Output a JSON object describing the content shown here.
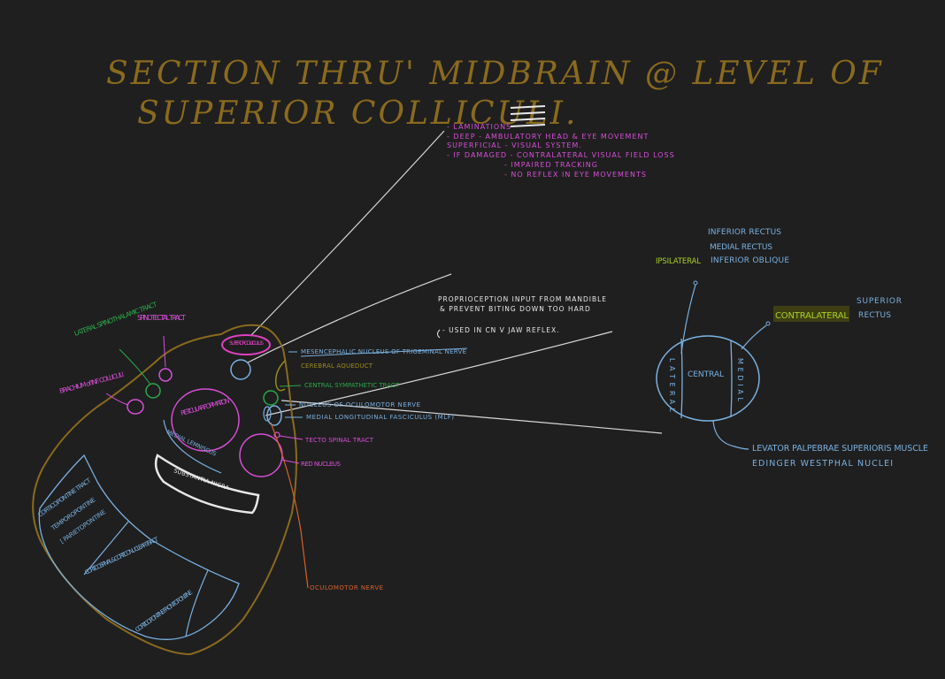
{
  "title": {
    "line1": "SECTION THRU' MIDBRAIN @ LEVEL OF",
    "line2": "SUPERIOR COLLICULI."
  },
  "colliculus_notes": {
    "lines": [
      "- LAMINATIONS",
      "- DEEP     - AMBULATORY HEAD & EYE MOVEMENT",
      "  SUPERFICIAL - VISUAL SYSTEM.",
      "- IF DAMAGED - CONTRALATERAL VISUAL FIELD LOSS",
      "- IMPAIRED TRACKING",
      "- NO REFLEX IN EYE MOVEMENTS"
    ]
  },
  "nucleus_notes": {
    "line1": "PROPRIOCEPTION INPUT FROM MANDIBLE",
    "line2": "& PREVENT BITING DOWN TOO HARD",
    "line3": "- USED IN CN V JAW REFLEX."
  },
  "labels": {
    "superior_colliculus": "SUPERIOR COLLICULUS",
    "spinotectal": "SPINOTECTAL TRACT",
    "lateral_spinothalamic": "LATERAL SPINOTHALAMIC TRACT",
    "brachium": "BRACHIUM of INF. COLLICULI",
    "reticular": "RETICULAR FORMATION",
    "medial_lemniscus": "MEDIAL LEMNISCUS",
    "substantia_nigra": "SUBSTANTIA NIGRA",
    "corticopontine": "CORTICOPONTINE TRACT",
    "temporopontine": "TEMPOROPONTINE",
    "parietopontine": "[ PARIETOPONTINE",
    "corticospinal": "CORTICOSPINAL & CORTICONUCLEAR TRACT",
    "frontopontine": "CORTICOPONTINE FRONTOPONTINE",
    "mesencephalic": "MESENCEPHALIC NUCLEUS OF TRIGEMINAL NERVE",
    "aqueduct": "CEREBRAL AQUEDUCT",
    "central_sympathetic": "CENTRAL SYMPATHETIC TRACT",
    "oculomotor_nucleus": "NUCLEUS OF OCULOMOTOR NERVE",
    "mlf": "MEDIAL LONGITUDINAL FASCICULUS (MLF)",
    "tectospinal": "TECTO SPINAL TRACT",
    "red_nucleus": "RED NUCLEUS",
    "oculomotor_nerve": "OCULOMOTOR NERVE"
  },
  "oculomotor_diagram": {
    "ipsilateral": "IPSILATERAL",
    "ipsi_list": [
      "INFERIOR RECTUS",
      "MEDIAL RECTUS",
      "INFERIOR OBLIQUE"
    ],
    "contralateral": "CONTRALATERAL",
    "contra_list": [
      "SUPERIOR",
      "RECTUS"
    ],
    "lateral": "LATERAL",
    "central": "CENTRAL",
    "medial": "MEDIAL",
    "bottom_line1": "LEVATOR PALPEBRAE SUPERIORIS MUSCLE",
    "bottom_line2": "EDINGER WESTPHAL NUCLEI"
  },
  "colors": {
    "background": "#1f1f1f",
    "title": "#8a6a1e",
    "outline": "#8a6a1e",
    "blue": "#7ab0e0",
    "pink": "#e040c0",
    "magenta": "#d84fd8",
    "green": "#2aa84a",
    "lime": "#a8d020",
    "white": "#e8e8e8",
    "orange": "#d8602a",
    "yellow": "#9a8a20"
  }
}
